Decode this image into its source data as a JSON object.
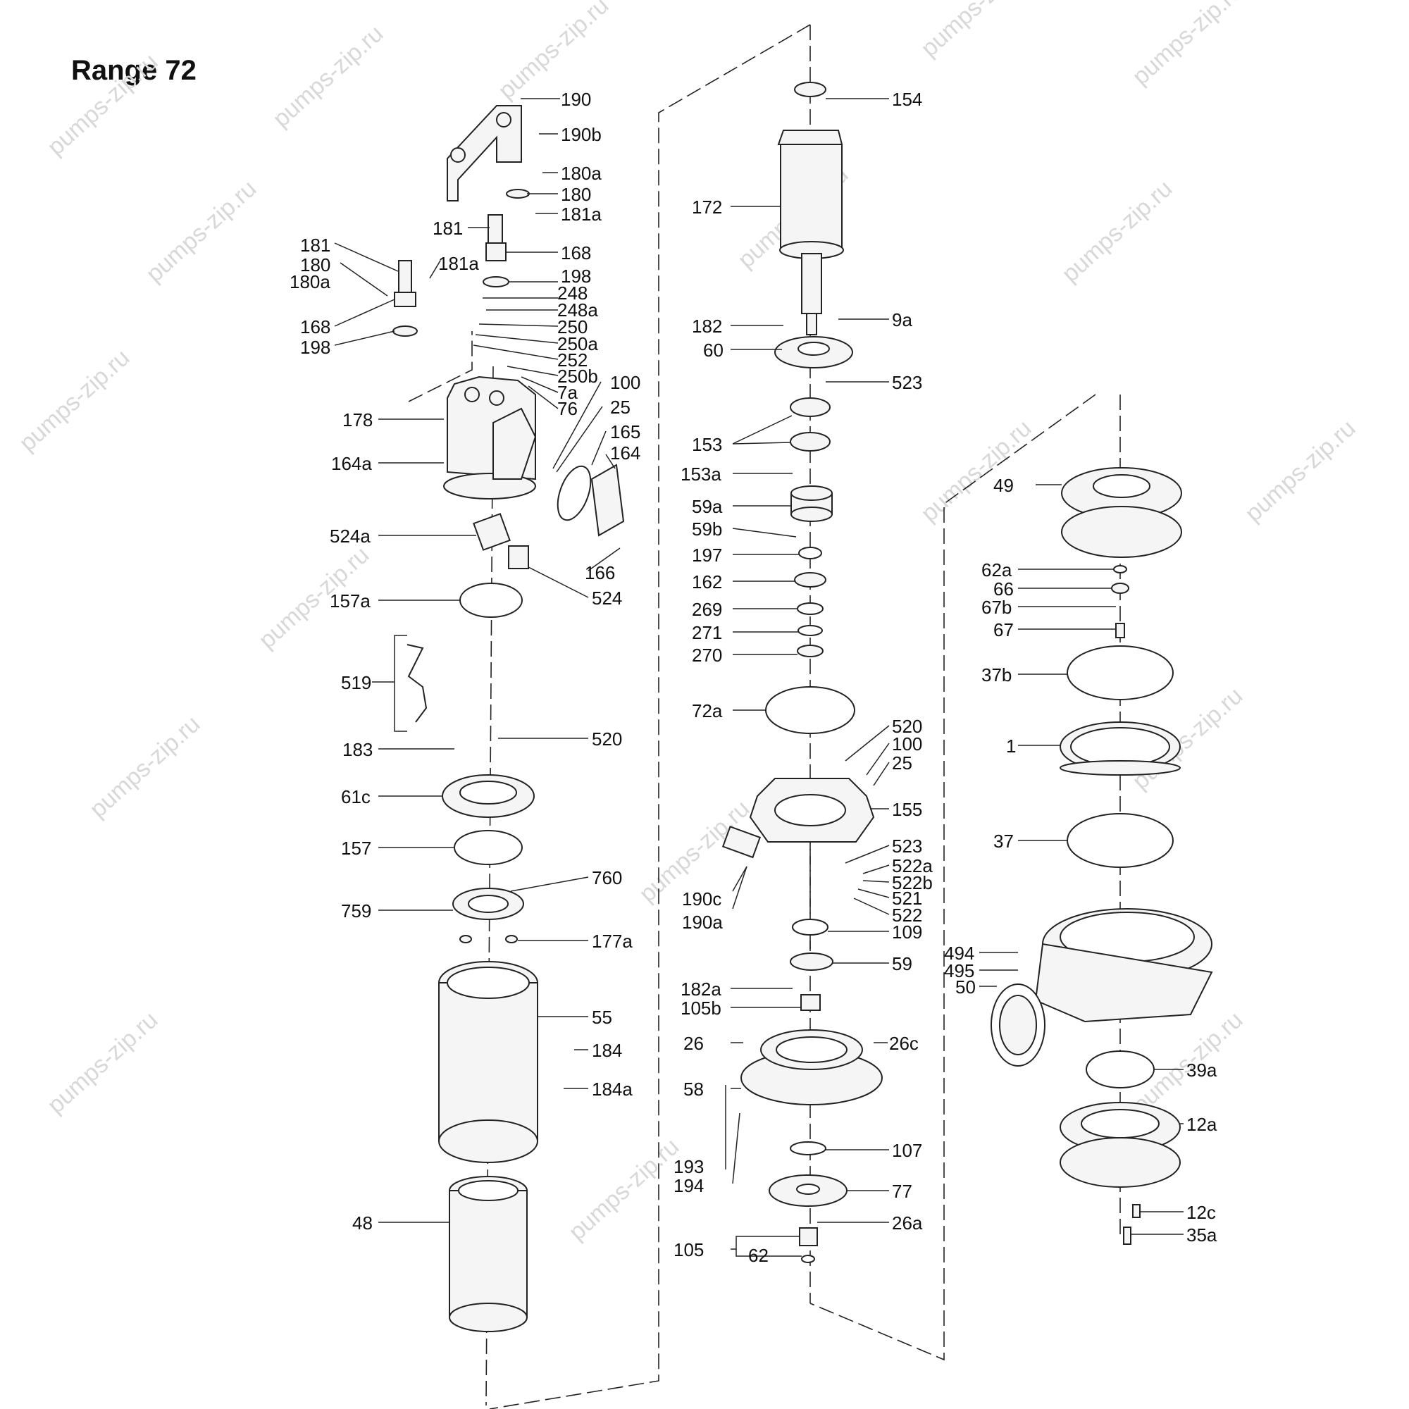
{
  "title": "Range 72",
  "watermark_text": "pumps-zip.ru",
  "colors": {
    "line": "#222222",
    "fill": "#f4f4f4",
    "watermark": "#d8d8d8"
  },
  "labels": {
    "l190": "190",
    "l190b": "190b",
    "l180a": "180a",
    "l180": "180",
    "l181a": "181a",
    "l181": "181",
    "l168": "168",
    "l198": "198",
    "l248": "248",
    "l248a": "248a",
    "l250": "250",
    "l250a": "250a",
    "l252": "252",
    "l250b": "250b",
    "l7a": "7a",
    "l76": "76",
    "l100": "100",
    "l25": "25",
    "l165": "165",
    "l164": "164",
    "l178": "178",
    "l164a": "164a",
    "l524a": "524a",
    "l166": "166",
    "l524": "524",
    "l157a": "157a",
    "l519": "519",
    "l520": "520",
    "l183": "183",
    "l61c": "61c",
    "l157": "157",
    "l760": "760",
    "l759": "759",
    "l177a": "177a",
    "l55": "55",
    "l184": "184",
    "l184a": "184a",
    "l48": "48",
    "l154": "154",
    "l172": "172",
    "l182": "182",
    "l9a": "9a",
    "l60": "60",
    "l523": "523",
    "l153": "153",
    "l153a": "153a",
    "l59a": "59a",
    "l59b": "59b",
    "l197": "197",
    "l162": "162",
    "l269": "269",
    "l271": "271",
    "l270": "270",
    "l72a": "72a",
    "l155": "155",
    "l522a": "522a",
    "l522b": "522b",
    "l521": "521",
    "l522": "522",
    "l190c": "190c",
    "l190a": "190a",
    "l109": "109",
    "l59": "59",
    "l182a": "182a",
    "l105b": "105b",
    "l26": "26",
    "l26c": "26c",
    "l58": "58",
    "l107": "107",
    "l193": "193",
    "l194": "194",
    "l77": "77",
    "l26a": "26a",
    "l105": "105",
    "l62": "62",
    "l49": "49",
    "l62a": "62a",
    "l66": "66",
    "l67b": "67b",
    "l67": "67",
    "l37b": "37b",
    "l1": "1",
    "l37": "37",
    "l494": "494",
    "l495": "495",
    "l50": "50",
    "l39a": "39a",
    "l12a": "12a",
    "l12c": "12c",
    "l35a": "35a"
  }
}
